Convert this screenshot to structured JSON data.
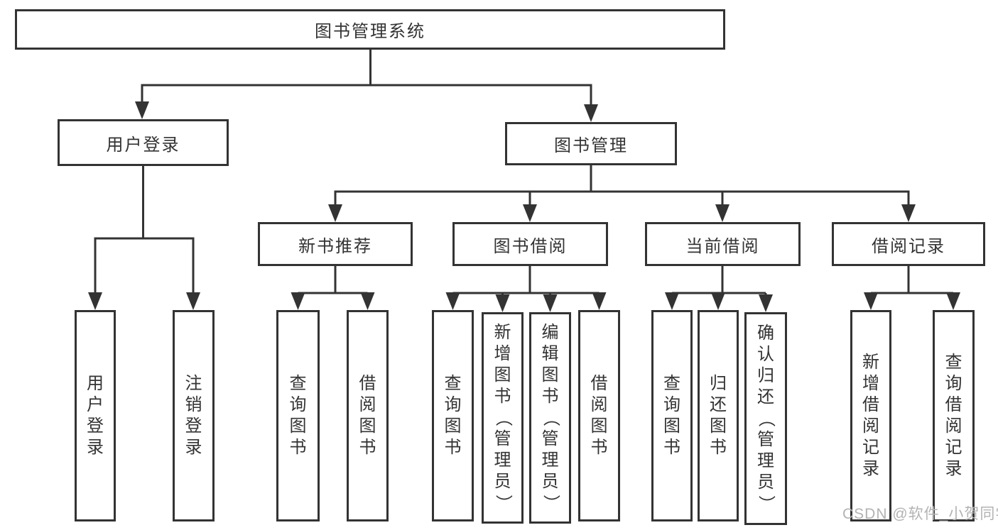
{
  "chart": {
    "root": {
      "label": "图书管理系统"
    },
    "branches": [
      {
        "label": "用户登录",
        "children": [
          {
            "label": "用户登录"
          },
          {
            "label": "注销登录"
          }
        ]
      },
      {
        "label": "图书管理",
        "children": [
          {
            "label": "新书推荐",
            "children": [
              {
                "label": "查询图书"
              },
              {
                "label": "借阅图书"
              }
            ]
          },
          {
            "label": "图书借阅",
            "children": [
              {
                "label": "查询图书"
              },
              {
                "label": "新增图书（管理员）"
              },
              {
                "label": "编辑图书（管理员）"
              },
              {
                "label": "借阅图书"
              }
            ]
          },
          {
            "label": "当前借阅",
            "children": [
              {
                "label": "查询图书"
              },
              {
                "label": "归还图书"
              },
              {
                "label": "确认归还（管理员）"
              }
            ]
          },
          {
            "label": "借阅记录",
            "children": [
              {
                "label": "新增借阅记录"
              },
              {
                "label": "查询借阅记录"
              }
            ]
          }
        ]
      }
    ]
  },
  "watermark": {
    "text": "CSDN @软件_小贺同学"
  },
  "colors": {
    "line": "#333333",
    "border": "#333333",
    "text": "#333333",
    "watermark": "#b3b3b3",
    "background": "#ffffff"
  }
}
